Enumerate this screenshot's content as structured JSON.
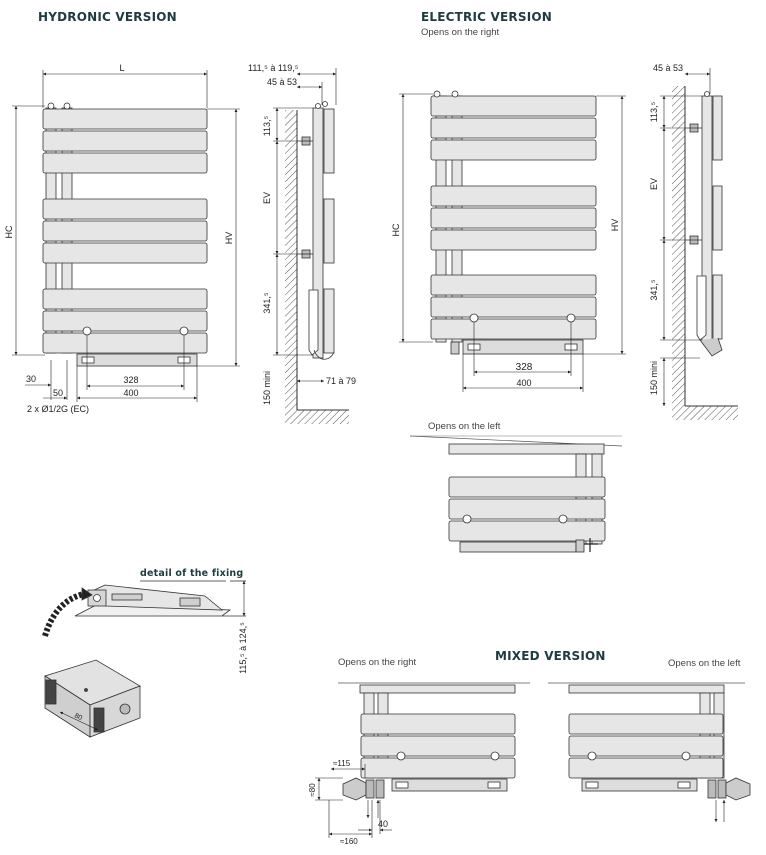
{
  "headings": {
    "hydronic": "HYDRONIC VERSION",
    "electric": "ELECTRIC VERSION",
    "mixed": "MIXED VERSION",
    "detail": "detail of the fixing"
  },
  "captions": {
    "electric_right": "Opens on the right",
    "electric_left": "Opens on the left",
    "mixed_right": "Opens on the right",
    "mixed_left": "Opens on the left"
  },
  "hydronic_dims": {
    "L": "L",
    "HC": "HC",
    "HV": "HV",
    "d328": "328",
    "d400": "400",
    "d30": "30",
    "d50": "50",
    "connection": "2 x Ø1/2G (EC)"
  },
  "hydronic_side_dims": {
    "top_range": "111,⁵ à 119,⁵",
    "wall_range": "45 à 53",
    "d113": "113,⁵",
    "EV": "EV",
    "d341": "341,⁵",
    "d150": "150 mini",
    "d71": "71 à 79"
  },
  "electric_dims": {
    "HC": "HC",
    "HV": "HV",
    "d328": "328",
    "d400": "400"
  },
  "electric_side_dims": {
    "wall_range": "45 à 53",
    "d113": "113,⁵",
    "EV": "EV",
    "d341": "341,⁵",
    "d150": "150 mini"
  },
  "detail_dims": {
    "height_range": "115,⁵ à 124,⁵",
    "d80": "80"
  },
  "mixed_dims": {
    "d115": "≈115",
    "d80": "≈80",
    "d160": "≈160",
    "d40": "40"
  },
  "colors": {
    "panel_fill": "#e6e6e6",
    "line": "#333333",
    "heading": "#1d3b40"
  }
}
